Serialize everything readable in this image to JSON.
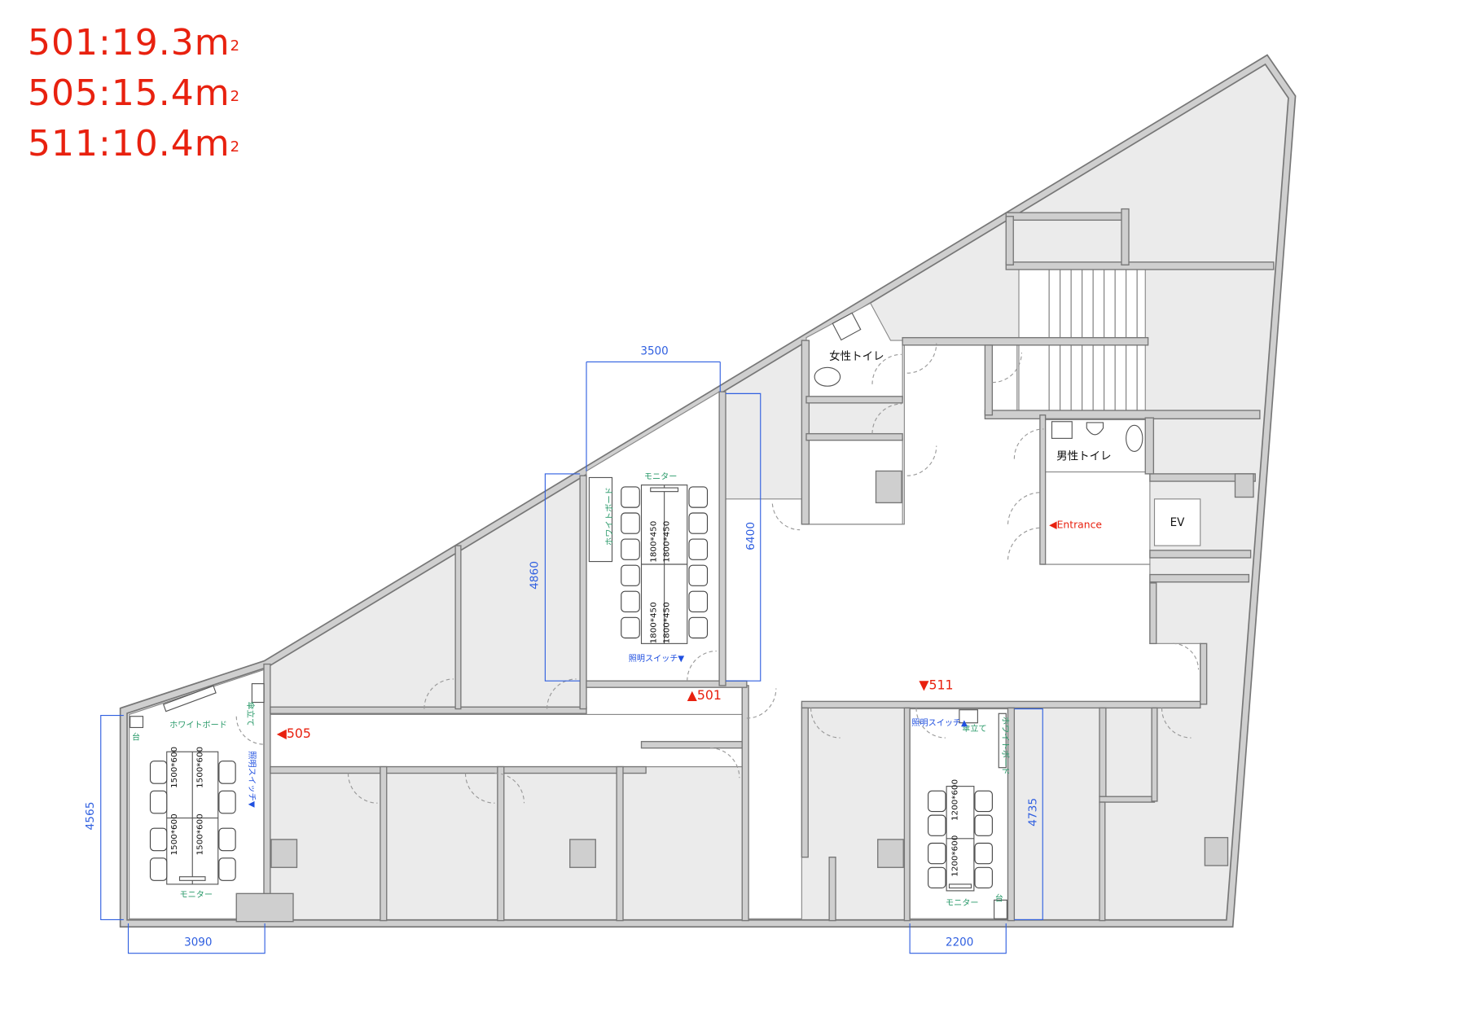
{
  "area_list": [
    {
      "room": "501",
      "area": "19.3",
      "unit": "m",
      "sup": "2"
    },
    {
      "room": "505",
      "area": "15.4",
      "unit": "m",
      "sup": "2"
    },
    {
      "room": "511",
      "area": "10.4",
      "unit": "m",
      "sup": "2"
    }
  ],
  "colors": {
    "accent_red": "#e8210f",
    "dimension_blue": "#2f5fe0",
    "furniture_green": "#2a9a6a",
    "wall_gray": "#cfcfcf",
    "zone_gray": "#ebebeb"
  },
  "markers": {
    "r501": "▲501",
    "r505": "◀505",
    "r511": "▼511",
    "entrance": "◀Entrance"
  },
  "rooms": {
    "womens_toilet": "女性トイレ",
    "mens_toilet": "男性トイレ",
    "elevator": "EV"
  },
  "dimensions": {
    "d3500": "3500",
    "d6400": "6400",
    "d4860": "4860",
    "d4565": "4565",
    "d3090": "3090",
    "d2200": "2200",
    "d4735": "4735"
  },
  "room501": {
    "monitor": "モニター",
    "whiteboard": "ホワイトボード",
    "light_switch": "照明スイッチ▼",
    "tables": [
      "1800*450",
      "1800*450",
      "1800*450",
      "1800*450"
    ]
  },
  "room505": {
    "monitor": "モニター",
    "whiteboard": "ホワイトボード",
    "light_switch": "照明スイッチ▼",
    "umbrella_stand": "傘立て",
    "stand": "台",
    "tables": [
      "1500*600",
      "1500*600",
      "1500*600",
      "1500*600"
    ]
  },
  "room511": {
    "monitor": "モニター",
    "whiteboard": "ホワイトボード",
    "light_switch": "照明スイッチ▲",
    "umbrella_stand": "傘立て",
    "stand": "台",
    "tables": [
      "1200*600",
      "1200*600"
    ]
  }
}
